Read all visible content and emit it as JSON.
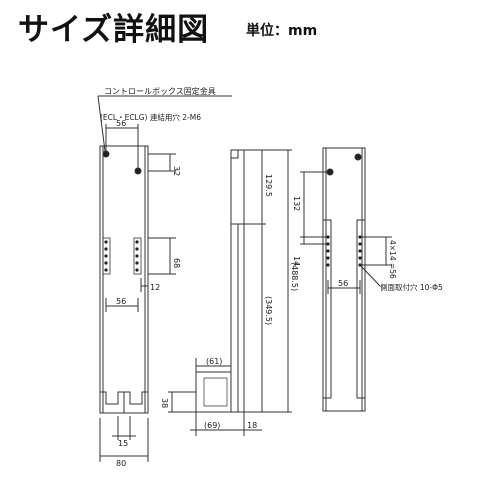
{
  "header": {
    "title": "サイズ詳細図",
    "unit_label": "単位：mm"
  },
  "diagram": {
    "labels": {
      "control_box_fixture": "コントロールボックス固定金具",
      "connection_holes": "(ECL・ECLG) 連結用穴 2-M6",
      "side_mount_holes": "側面取付穴 10-Φ5"
    },
    "front_view": {
      "dim_top_width": "56",
      "dim_top_hole": "32",
      "dim_hole_group": "68",
      "dim_hole_offset": "12",
      "dim_hole_spacing": "56",
      "dim_foot_gap": "15",
      "dim_total_width": "80"
    },
    "side_view": {
      "dim_upper": "129.5",
      "dim_lower": "(349.5)",
      "dim_total": "(488.5)",
      "dim_foot_upper": "(61)",
      "dim_foot_height": "38",
      "dim_foot_depth": "(69)",
      "dim_thickness": "18"
    },
    "rear_view": {
      "dim_hole_height": "132",
      "dim_hole_pitch": "14",
      "dim_hole_span": "4×14\n=56",
      "dim_hole_width": "56"
    }
  }
}
